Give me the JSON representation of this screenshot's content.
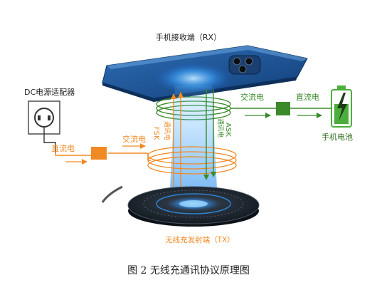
{
  "diagram": {
    "rx_label": "手机接收端（RX）",
    "tx_label": "无线充发射端（TX）",
    "adapter_label": "DC电源适配器",
    "battery_label": "手机电池",
    "dc_left_label": "直流电",
    "ac_left_label": "交流电",
    "ac_right_label": "交流电",
    "dc_right_label": "直流电",
    "fsk_label": "FSK",
    "fsk_sub_label": "通讯电",
    "ask_label": "ASK",
    "ask_sub_label": "通讯电",
    "caption": "图 2   无线充通讯协议原理图"
  },
  "colors": {
    "orange": "#f08a24",
    "green": "#3a8a2a",
    "phone_blue": "#1f5fa8",
    "pad_dark": "#1c2530",
    "glow_blue": "#2f8fe8",
    "battery_green": "#4cae3c"
  }
}
